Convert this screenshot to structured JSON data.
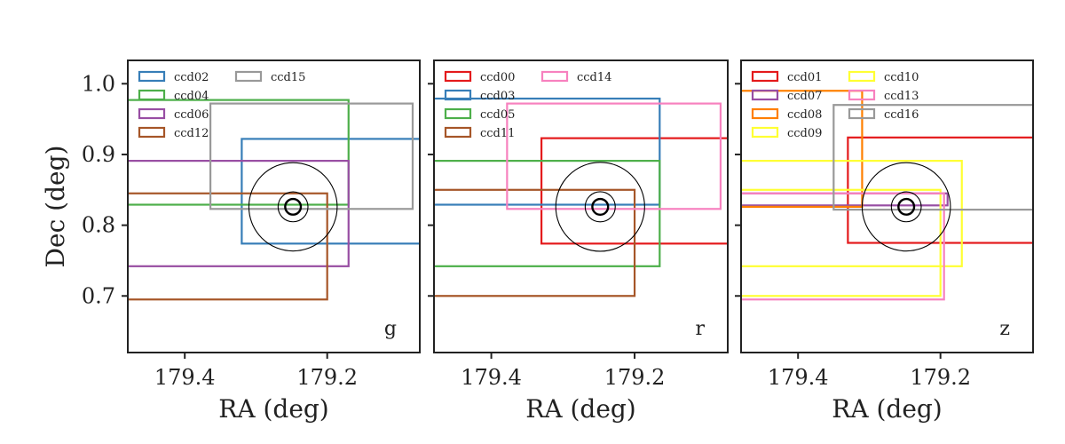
{
  "chart_data": [
    {
      "type": "rectangles",
      "band": "g",
      "xlabel": "RA (deg)",
      "ylabel": "Dec (deg)",
      "xlim": [
        179.48,
        179.07
      ],
      "ylim": [
        0.62,
        1.033
      ],
      "xticks": [
        179.4,
        179.2
      ],
      "yticks": [
        0.7,
        0.8,
        0.9,
        1.0
      ],
      "xtick_labels": [
        "179.4",
        "179.2"
      ],
      "ytick_labels": [
        "0.7",
        "0.8",
        "0.9",
        "1.0"
      ],
      "circles": [
        {
          "ra": 179.248,
          "dec": 0.826,
          "r": 0.062
        },
        {
          "ra": 179.248,
          "dec": 0.826,
          "r": 0.021
        },
        {
          "ra": 179.248,
          "dec": 0.826,
          "r": 0.011
        }
      ],
      "legend_entries": [
        "ccd02",
        "ccd04",
        "ccd06",
        "ccd12",
        "ccd15"
      ],
      "ccds": [
        {
          "name": "ccd02",
          "color": "#377eb8",
          "ra_min": 179.0,
          "ra_max": 179.32,
          "dec_min": 0.774,
          "dec_max": 0.922
        },
        {
          "name": "ccd04",
          "color": "#4daf4a",
          "ra_min": 179.17,
          "ra_max": 179.5,
          "dec_min": 0.829,
          "dec_max": 0.977
        },
        {
          "name": "ccd06",
          "color": "#984ea3",
          "ra_min": 179.17,
          "ra_max": 179.5,
          "dec_min": 0.742,
          "dec_max": 0.891
        },
        {
          "name": "ccd12",
          "color": "#a65628",
          "ra_min": 179.2,
          "ra_max": 179.5,
          "dec_min": 0.695,
          "dec_max": 0.845
        },
        {
          "name": "ccd15",
          "color": "#999999",
          "ra_min": 179.08,
          "ra_max": 179.364,
          "dec_min": 0.823,
          "dec_max": 0.972
        }
      ]
    },
    {
      "type": "rectangles",
      "band": "r",
      "xlabel": "RA (deg)",
      "ylabel": "",
      "xlim": [
        179.48,
        179.07
      ],
      "ylim": [
        0.62,
        1.033
      ],
      "xticks": [
        179.4,
        179.2
      ],
      "yticks": [
        0.7,
        0.8,
        0.9,
        1.0
      ],
      "xtick_labels": [
        "179.4",
        "179.2"
      ],
      "ytick_labels": [],
      "circles": [
        {
          "ra": 179.248,
          "dec": 0.826,
          "r": 0.062
        },
        {
          "ra": 179.248,
          "dec": 0.826,
          "r": 0.021
        },
        {
          "ra": 179.248,
          "dec": 0.826,
          "r": 0.011
        }
      ],
      "legend_entries": [
        "ccd00",
        "ccd03",
        "ccd05",
        "ccd11",
        "ccd14"
      ],
      "ccds": [
        {
          "name": "ccd00",
          "color": "#e41a1c",
          "ra_min": 179.0,
          "ra_max": 179.33,
          "dec_min": 0.774,
          "dec_max": 0.923
        },
        {
          "name": "ccd03",
          "color": "#377eb8",
          "ra_min": 179.165,
          "ra_max": 179.5,
          "dec_min": 0.829,
          "dec_max": 0.979
        },
        {
          "name": "ccd05",
          "color": "#4daf4a",
          "ra_min": 179.165,
          "ra_max": 179.5,
          "dec_min": 0.742,
          "dec_max": 0.891
        },
        {
          "name": "ccd11",
          "color": "#a65628",
          "ra_min": 179.2,
          "ra_max": 179.5,
          "dec_min": 0.7,
          "dec_max": 0.85
        },
        {
          "name": "ccd14",
          "color": "#f781bf",
          "ra_min": 179.08,
          "ra_max": 179.378,
          "dec_min": 0.823,
          "dec_max": 0.972
        }
      ]
    },
    {
      "type": "rectangles",
      "band": "z",
      "xlabel": "RA (deg)",
      "ylabel": "",
      "xlim": [
        179.48,
        179.07
      ],
      "ylim": [
        0.62,
        1.033
      ],
      "xticks": [
        179.4,
        179.2
      ],
      "yticks": [
        0.7,
        0.8,
        0.9,
        1.0
      ],
      "xtick_labels": [
        "179.4",
        "179.2"
      ],
      "ytick_labels": [],
      "circles": [
        {
          "ra": 179.248,
          "dec": 0.826,
          "r": 0.062
        },
        {
          "ra": 179.248,
          "dec": 0.826,
          "r": 0.021
        },
        {
          "ra": 179.248,
          "dec": 0.826,
          "r": 0.011
        }
      ],
      "legend_entries": [
        "ccd01",
        "ccd07",
        "ccd08",
        "ccd09",
        "ccd10",
        "ccd13",
        "ccd16"
      ],
      "ccds": [
        {
          "name": "ccd01",
          "color": "#e41a1c",
          "ra_min": 179.0,
          "ra_max": 179.33,
          "dec_min": 0.775,
          "dec_max": 0.924
        },
        {
          "name": "ccd07",
          "color": "#984ea3",
          "ra_min": 179.19,
          "ra_max": 179.5,
          "dec_min": 0.828,
          "dec_max": 0.845
        },
        {
          "name": "ccd08",
          "color": "#ff7f00",
          "ra_min": 179.31,
          "ra_max": 179.5,
          "dec_min": 0.826,
          "dec_max": 0.99
        },
        {
          "name": "ccd09",
          "color": "#ffff33",
          "ra_min": 179.17,
          "ra_max": 179.5,
          "dec_min": 0.742,
          "dec_max": 0.891
        },
        {
          "name": "ccd10",
          "color": "#ffff33",
          "ra_min": 179.2,
          "ra_max": 179.5,
          "dec_min": 0.7,
          "dec_max": 0.85
        },
        {
          "name": "ccd13",
          "color": "#f781bf",
          "ra_min": 179.195,
          "ra_max": 179.5,
          "dec_min": 0.695,
          "dec_max": 0.845
        },
        {
          "name": "ccd16",
          "color": "#999999",
          "ra_min": 179.0,
          "ra_max": 179.35,
          "dec_min": 0.822,
          "dec_max": 0.97
        }
      ]
    }
  ]
}
